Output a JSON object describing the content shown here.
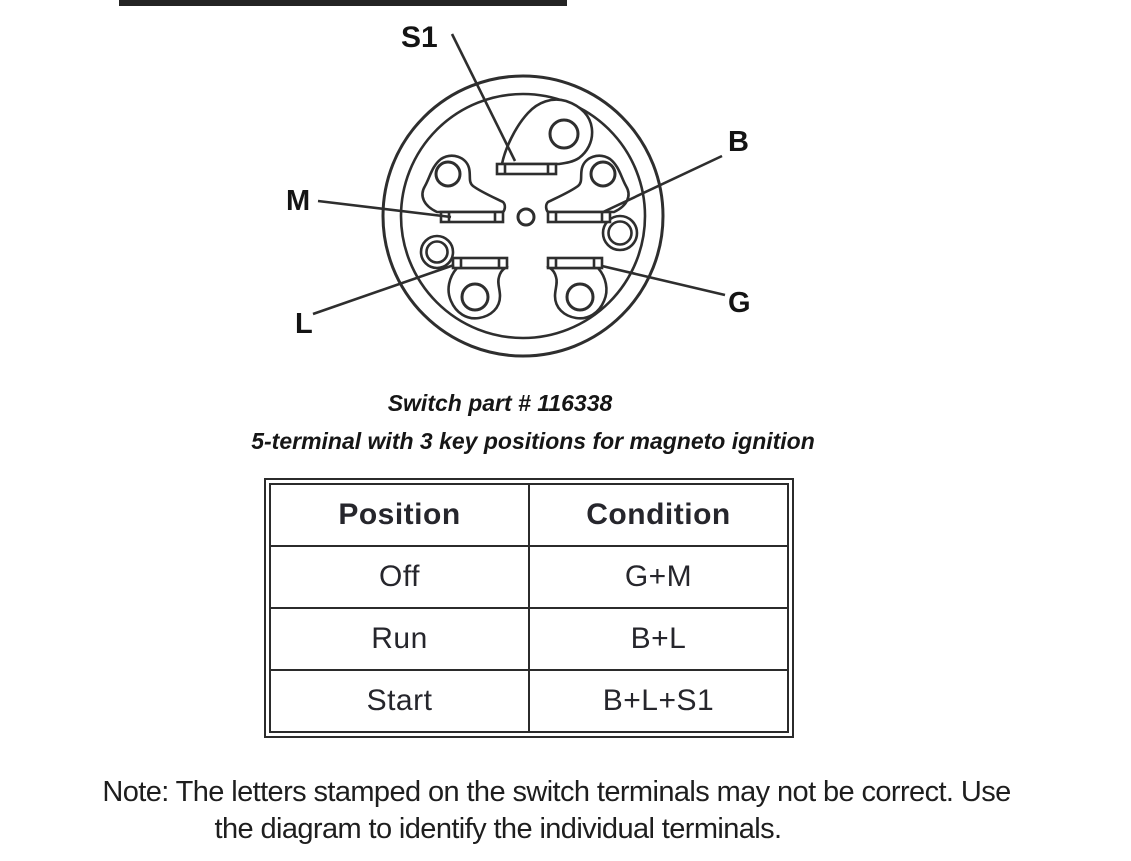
{
  "colors": {
    "ink": "#2e2e2e",
    "text": "#1c1c1c"
  },
  "diagram": {
    "name": "ignition switch connector rear view",
    "labels": {
      "s1": "S1",
      "b": "B",
      "m": "M",
      "l": "L",
      "g": "G"
    }
  },
  "captions": {
    "part_number": "Switch part # 116338",
    "subtitle": "5-terminal with 3 key positions for magneto ignition"
  },
  "table": {
    "headers": [
      "Position",
      "Condition"
    ],
    "rows": [
      [
        "Off",
        "G+M"
      ],
      [
        "Run",
        "B+L"
      ],
      [
        "Start",
        "B+L+S1"
      ]
    ]
  },
  "note": {
    "line1": "Note: The letters stamped on the switch terminals may not be correct. Use",
    "line2": "the diagram to identify the individual terminals."
  }
}
